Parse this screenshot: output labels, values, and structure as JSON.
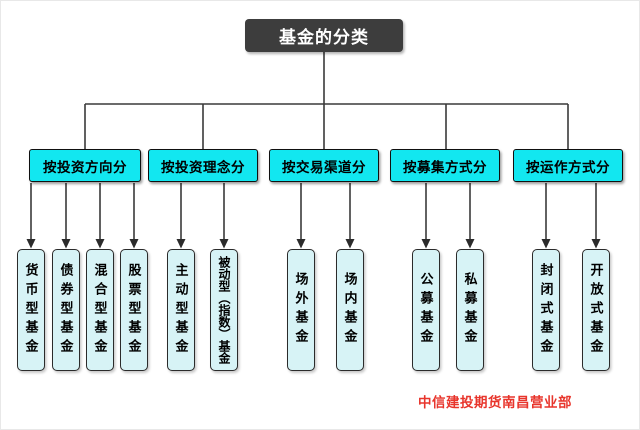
{
  "diagram": {
    "title": "基金的分类",
    "footer": "中信建投期货南昌营业部",
    "colors": {
      "title_bg": "#3d3d3d",
      "title_text": "#ffffff",
      "category_fill": "#12e7f0",
      "leaf_fill": "#d7f3f6",
      "connector_line": "#3a3a3a",
      "footer_text": "#e8352c"
    },
    "groups": [
      {
        "label": "按投资方向分",
        "children": [
          "货币型基金",
          "债券型基金",
          "混合型基金",
          "股票型基金"
        ]
      },
      {
        "label": "按投资理念分",
        "children": [
          "主动型基金",
          "被动型（指数）基金"
        ]
      },
      {
        "label": "按交易渠道分",
        "children": [
          "场外基金",
          "场内基金"
        ]
      },
      {
        "label": "按募集方式分",
        "children": [
          "公募基金",
          "私募基金"
        ]
      },
      {
        "label": "按运作方式分",
        "children": [
          "封闭式基金",
          "开放式基金"
        ]
      }
    ]
  }
}
